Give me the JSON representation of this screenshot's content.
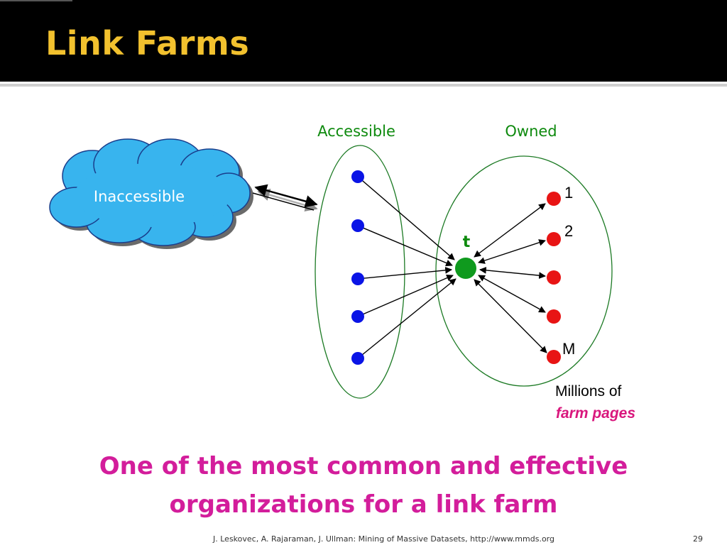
{
  "slide": {
    "title": "Link Farms",
    "caption_line1": "One of the most common and effective",
    "caption_line2": "organizations for a link farm",
    "footer": "J. Leskovec, A. Rajaraman, J. Ullman: Mining of Massive Datasets, http://www.mmds.org",
    "page_number": "29"
  },
  "diagram": {
    "inaccessible_label": "Inaccessible",
    "accessible_label": "Accessible",
    "owned_label": "Owned",
    "target_label": "t",
    "farm_labels": [
      "1",
      "2",
      "M"
    ],
    "farm_note_line1": "Millions of",
    "farm_note_line2": "farm pages",
    "colors": {
      "accessible_node": "#0a14e6",
      "farm_node": "#e81414",
      "target_node": "#0f9a1e",
      "ellipse_stroke": "#1c7a24",
      "label_green": "#0e8a0e",
      "cloud_fill": "#38b4ee",
      "caption": "#d31d9b",
      "farm_pages_text": "#d9177d",
      "title": "#f2c12e"
    }
  }
}
